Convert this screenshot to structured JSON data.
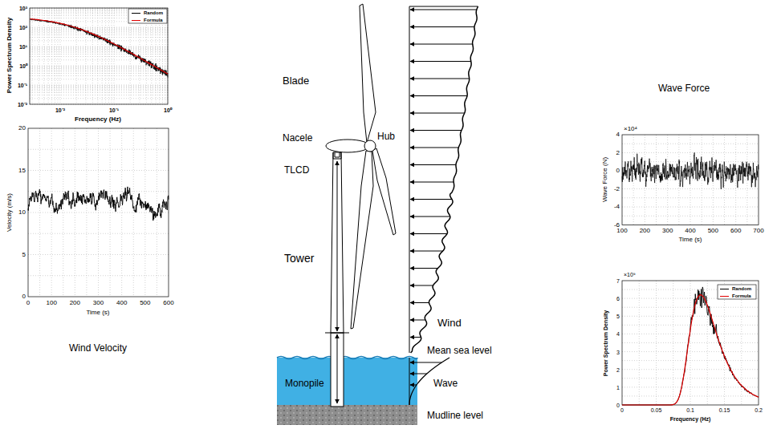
{
  "diagram": {
    "labels": [
      "Power Spectrum Density",
      "10³",
      "10²",
      "10¹",
      "10⁰",
      "10⁻¹",
      "10⁻²",
      "10⁻²",
      "10⁻¹",
      "10⁰",
      "Frequency (Hz)",
      "20",
      "15",
      "10",
      "5",
      "0",
      "0",
      "100",
      "200",
      "300",
      "400",
      "500",
      "600",
      "Time (s)",
      "Velocity (m/s)",
      "Wind Velocity",
      "Blade",
      "Nacele",
      "Hub",
      "TLCD",
      "Tower",
      "Monopile",
      "Wind",
      "Mean sea level",
      "Wave",
      "Mudline level",
      "Wave Force",
      "×10⁴",
      "4",
      "2",
      "0",
      "-2",
      "-4",
      "-6",
      "100",
      "200",
      "300",
      "400",
      "500",
      "600",
      "700",
      "Time (s)",
      "Wave Force (N)",
      "×10⁹",
      "7",
      "6",
      "5",
      "4",
      "3",
      "2",
      "1",
      "0",
      "0",
      "0.05",
      "0.1",
      "0.15",
      "0.2",
      "Frequency (Hz)",
      "Power Spectrum Density"
    ],
    "legend": [
      {
        "text": "Random"
      },
      {
        "text": "Formula"
      },
      {
        "text": "Random"
      },
      {
        "text": "Formula"
      }
    ]
  }
}
